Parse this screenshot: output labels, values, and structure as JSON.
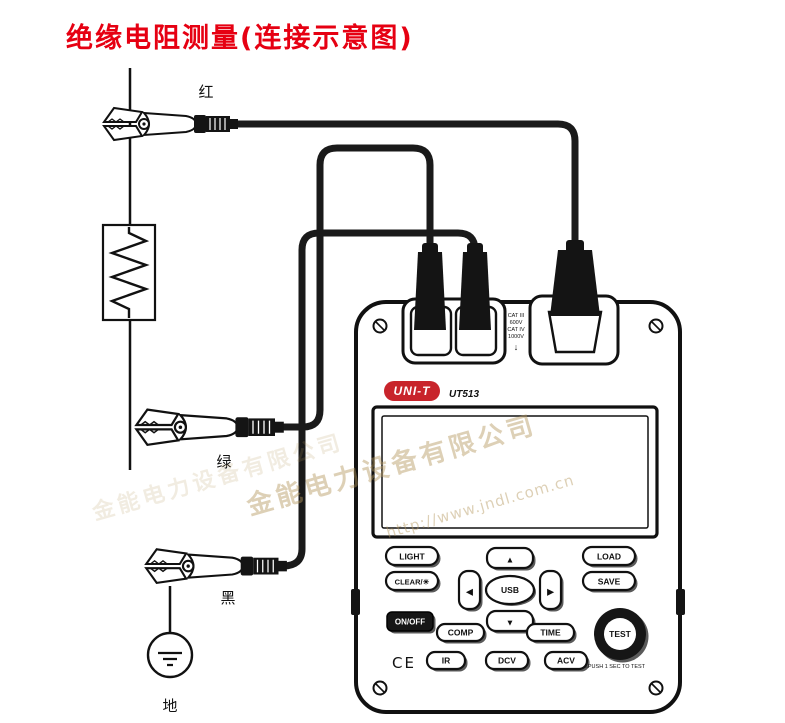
{
  "title": "绝缘电阻测量(连接示意图)",
  "colors": {
    "title_red": "#e60012",
    "brand_red": "#c8242b",
    "wire_black": "#1a1a1a",
    "watermark_gold": "#b6985e"
  },
  "circuit": {
    "red_lead_label": "红",
    "green_lead_label": "绿",
    "black_lead_label": "黑",
    "ground_label": "地"
  },
  "device": {
    "brand": "UNI-T",
    "model": "UT513",
    "jack_ratings": [
      "CAT III",
      "600V",
      "CAT IV",
      "1000V"
    ],
    "jack_arrow": "↓",
    "buttons": {
      "light": "LIGHT",
      "clear": "CLEAR/☀",
      "load": "LOAD",
      "save": "SAVE",
      "up": "▲",
      "down": "▼",
      "left": "◀",
      "right": "▶",
      "usb": "USB",
      "on_off": "ON/OFF",
      "comp": "COMP",
      "time": "TIME",
      "ir": "IR",
      "dcv": "DCV",
      "acv": "ACV",
      "test": "TEST"
    },
    "test_hint": "⚠PUSH 1 SEC TO TEST",
    "ce_mark": "CE"
  },
  "watermark": {
    "line1": "金能电力设备有限公司",
    "line2": "http://www.jndl.com.cn"
  }
}
